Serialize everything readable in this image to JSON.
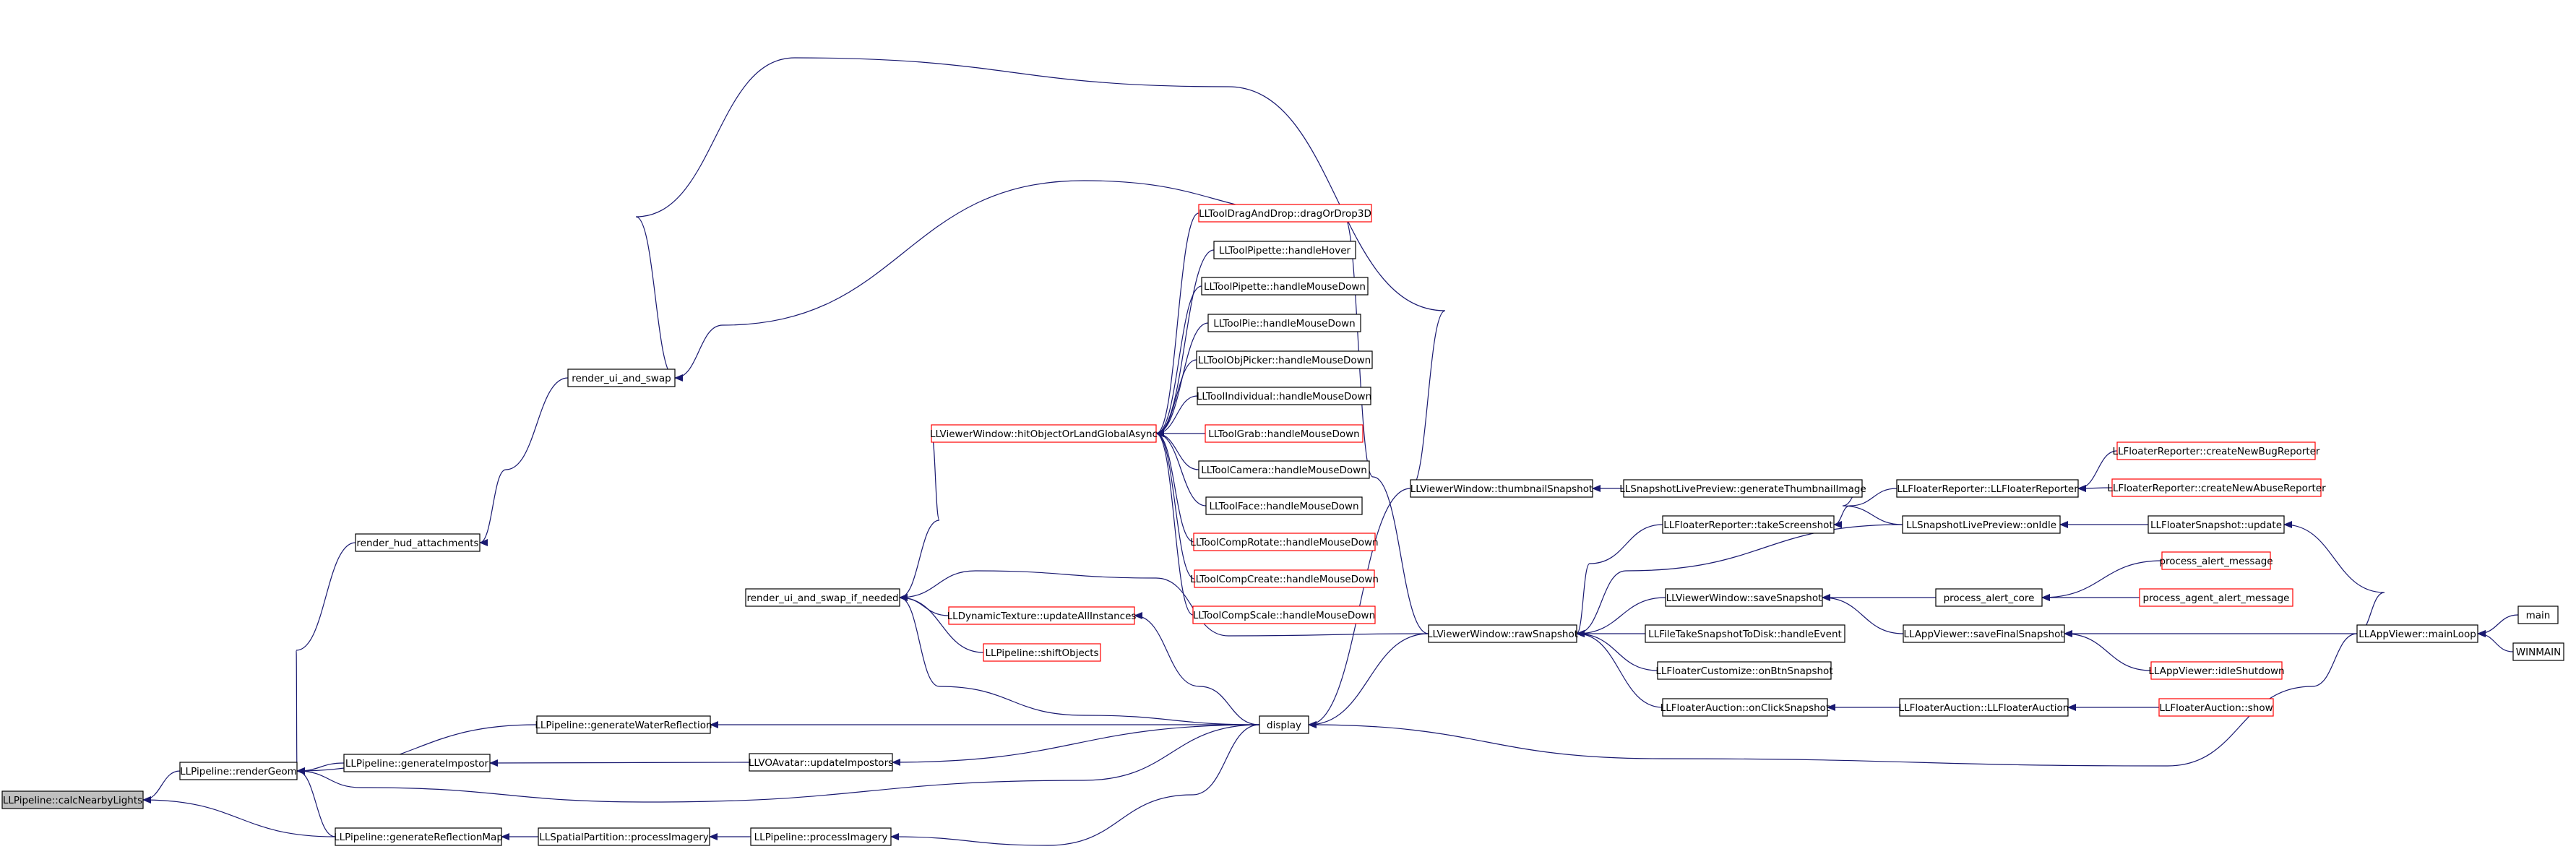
{
  "colors": {
    "edge": "#191970",
    "border_normal": "#000000",
    "border_truncated": "#ff0000",
    "root_fill": "#bfbfbf",
    "fill": "#ffffff",
    "text": "#000000"
  },
  "nodes": [
    {
      "id": "calc",
      "label": "LLPipeline::calcNearbyLights",
      "style": "root"
    },
    {
      "id": "renderGeom",
      "label": "LLPipeline::renderGeom",
      "style": "normal"
    },
    {
      "id": "renderHud",
      "label": "render_hud_attachments",
      "style": "normal"
    },
    {
      "id": "genWater",
      "label": "LLPipeline::generateWaterReflection",
      "style": "normal"
    },
    {
      "id": "genImpostor",
      "label": "LLPipeline::generateImpostor",
      "style": "normal"
    },
    {
      "id": "genRefl",
      "label": "LLPipeline::generateReflectionMap",
      "style": "normal"
    },
    {
      "id": "renderUi",
      "label": "render_ui_and_swap",
      "style": "normal"
    },
    {
      "id": "renderUiIf",
      "label": "render_ui_and_swap_if_needed",
      "style": "normal"
    },
    {
      "id": "updImpostors",
      "label": "LLVOAvatar::updateImpostors",
      "style": "normal"
    },
    {
      "id": "spatialProc",
      "label": "LLSpatialPartition::processImagery",
      "style": "normal"
    },
    {
      "id": "pipeProc",
      "label": "LLPipeline::processImagery",
      "style": "normal"
    },
    {
      "id": "hitObj",
      "label": "LLViewerWindow::hitObjectOrLandGlobalAsync",
      "style": "truncated"
    },
    {
      "id": "dynTex",
      "label": "LLDynamicTexture::updateAllInstances",
      "style": "truncated"
    },
    {
      "id": "shiftObj",
      "label": "LLPipeline::shiftObjects",
      "style": "truncated"
    },
    {
      "id": "dragDrop",
      "label": "LLToolDragAndDrop::dragOrDrop3D",
      "style": "truncated"
    },
    {
      "id": "pipHover",
      "label": "LLToolPipette::handleHover",
      "style": "normal"
    },
    {
      "id": "pipDown",
      "label": "LLToolPipette::handleMouseDown",
      "style": "normal"
    },
    {
      "id": "pieDown",
      "label": "LLToolPie::handleMouseDown",
      "style": "normal"
    },
    {
      "id": "objPicker",
      "label": "LLToolObjPicker::handleMouseDown",
      "style": "normal"
    },
    {
      "id": "individual",
      "label": "LLToolIndividual::handleMouseDown",
      "style": "normal"
    },
    {
      "id": "grab",
      "label": "LLToolGrab::handleMouseDown",
      "style": "truncated"
    },
    {
      "id": "camera",
      "label": "LLToolCamera::handleMouseDown",
      "style": "normal"
    },
    {
      "id": "face",
      "label": "LLToolFace::handleMouseDown",
      "style": "normal"
    },
    {
      "id": "compRotate",
      "label": "LLToolCompRotate::handleMouseDown",
      "style": "truncated"
    },
    {
      "id": "compCreate",
      "label": "LLToolCompCreate::handleMouseDown",
      "style": "truncated"
    },
    {
      "id": "compScale",
      "label": "LLToolCompScale::handleMouseDown",
      "style": "truncated"
    },
    {
      "id": "display",
      "label": "display",
      "style": "normal"
    },
    {
      "id": "thumb",
      "label": "LLViewerWindow::thumbnailSnapshot",
      "style": "normal"
    },
    {
      "id": "rawSnap",
      "label": "LLViewerWindow::rawSnapshot",
      "style": "normal"
    },
    {
      "id": "genThumb",
      "label": "LLSnapshotLivePreview::generateThumbnailImage",
      "style": "normal"
    },
    {
      "id": "takeShot",
      "label": "LLFloaterReporter::takeScreenshot",
      "style": "normal"
    },
    {
      "id": "saveSnap",
      "label": "LLViewerWindow::saveSnapshot",
      "style": "normal"
    },
    {
      "id": "fileTake",
      "label": "LLFileTakeSnapshotToDisk::handleEvent",
      "style": "normal"
    },
    {
      "id": "customize",
      "label": "LLFloaterCustomize::onBtnSnapshot",
      "style": "normal"
    },
    {
      "id": "aucClick",
      "label": "LLFloaterAuction::onClickSnapshot",
      "style": "normal"
    },
    {
      "id": "reporterCtor",
      "label": "LLFloaterReporter::LLFloaterReporter",
      "style": "normal"
    },
    {
      "id": "onIdle",
      "label": "LLSnapshotLivePreview::onIdle",
      "style": "normal"
    },
    {
      "id": "alertCore",
      "label": "process_alert_core",
      "style": "normal"
    },
    {
      "id": "saveFinal",
      "label": "LLAppViewer::saveFinalSnapshot",
      "style": "normal"
    },
    {
      "id": "aucCtor",
      "label": "LLFloaterAuction::LLFloaterAuction",
      "style": "normal"
    },
    {
      "id": "newBug",
      "label": "LLFloaterReporter::createNewBugReporter",
      "style": "truncated"
    },
    {
      "id": "newAbuse",
      "label": "LLFloaterReporter::createNewAbuseReporter",
      "style": "truncated"
    },
    {
      "id": "snapUpdate",
      "label": "LLFloaterSnapshot::update",
      "style": "normal"
    },
    {
      "id": "alertMsg",
      "label": "process_alert_message",
      "style": "truncated"
    },
    {
      "id": "agentAlert",
      "label": "process_agent_alert_message",
      "style": "truncated"
    },
    {
      "id": "idleShutdown",
      "label": "LLAppViewer::idleShutdown",
      "style": "truncated"
    },
    {
      "id": "aucShow",
      "label": "LLFloaterAuction::show",
      "style": "truncated"
    },
    {
      "id": "mainLoop",
      "label": "LLAppViewer::mainLoop",
      "style": "normal"
    },
    {
      "id": "main",
      "label": "main",
      "style": "normal"
    },
    {
      "id": "winmain",
      "label": "WINMAIN",
      "style": "normal"
    }
  ],
  "edges": [
    [
      "renderGeom",
      "calc"
    ],
    [
      "genRefl",
      "calc"
    ],
    [
      "renderHud",
      "renderGeom"
    ],
    [
      "genWater",
      "renderGeom"
    ],
    [
      "genImpostor",
      "renderGeom"
    ],
    [
      "genRefl",
      "renderGeom"
    ],
    [
      "display",
      "renderGeom"
    ],
    [
      "renderUi",
      "renderHud"
    ],
    [
      "display",
      "genWater"
    ],
    [
      "updImpostors",
      "genImpostor"
    ],
    [
      "display",
      "updImpostors"
    ],
    [
      "spatialProc",
      "genRefl"
    ],
    [
      "pipeProc",
      "spatialProc"
    ],
    [
      "display",
      "pipeProc"
    ],
    [
      "thumb",
      "renderUi"
    ],
    [
      "rawSnap",
      "renderUi"
    ],
    [
      "hitObj",
      "renderUiIf"
    ],
    [
      "dynTex",
      "renderUiIf"
    ],
    [
      "shiftObj",
      "renderUiIf"
    ],
    [
      "rawSnap",
      "renderUiIf"
    ],
    [
      "display",
      "renderUiIf"
    ],
    [
      "display",
      "dynTex"
    ],
    [
      "dragDrop",
      "hitObj"
    ],
    [
      "pipHover",
      "hitObj"
    ],
    [
      "pipDown",
      "hitObj"
    ],
    [
      "pieDown",
      "hitObj"
    ],
    [
      "objPicker",
      "hitObj"
    ],
    [
      "individual",
      "hitObj"
    ],
    [
      "grab",
      "hitObj"
    ],
    [
      "camera",
      "hitObj"
    ],
    [
      "face",
      "hitObj"
    ],
    [
      "compRotate",
      "hitObj"
    ],
    [
      "compCreate",
      "hitObj"
    ],
    [
      "compScale",
      "hitObj"
    ],
    [
      "thumb",
      "display"
    ],
    [
      "rawSnap",
      "display"
    ],
    [
      "mainLoop",
      "display"
    ],
    [
      "genThumb",
      "thumb"
    ],
    [
      "takeShot",
      "rawSnap"
    ],
    [
      "onIdle",
      "rawSnap"
    ],
    [
      "saveSnap",
      "rawSnap"
    ],
    [
      "fileTake",
      "rawSnap"
    ],
    [
      "customize",
      "rawSnap"
    ],
    [
      "aucClick",
      "rawSnap"
    ],
    [
      "onIdle",
      "genThumb"
    ],
    [
      "reporterCtor",
      "takeShot"
    ],
    [
      "newBug",
      "reporterCtor"
    ],
    [
      "newAbuse",
      "reporterCtor"
    ],
    [
      "snapUpdate",
      "onIdle"
    ],
    [
      "alertCore",
      "saveSnap"
    ],
    [
      "saveFinal",
      "saveSnap"
    ],
    [
      "alertMsg",
      "alertCore"
    ],
    [
      "agentAlert",
      "alertCore"
    ],
    [
      "mainLoop",
      "saveFinal"
    ],
    [
      "idleShutdown",
      "saveFinal"
    ],
    [
      "aucCtor",
      "aucClick"
    ],
    [
      "aucShow",
      "aucCtor"
    ],
    [
      "mainLoop",
      "snapUpdate"
    ],
    [
      "main",
      "mainLoop"
    ],
    [
      "winmain",
      "mainLoop"
    ]
  ]
}
